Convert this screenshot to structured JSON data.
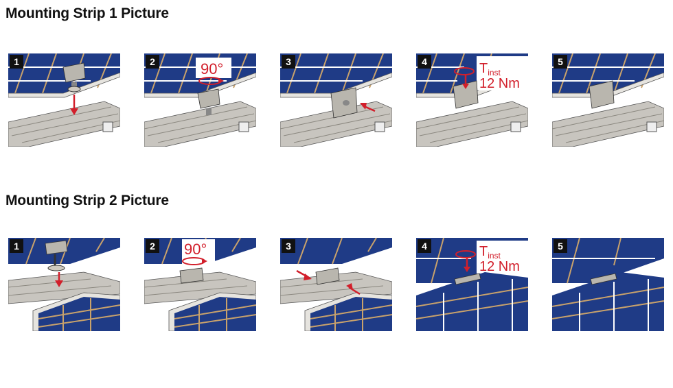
{
  "sections": [
    {
      "title": "Mounting Strip 1 Picture",
      "steps": [
        {
          "number": "1"
        },
        {
          "number": "2",
          "angle": "90°"
        },
        {
          "number": "3"
        },
        {
          "number": "4",
          "torque_symbol": "T",
          "torque_sub": "inst",
          "torque_value": "12 Nm"
        },
        {
          "number": "5"
        }
      ]
    },
    {
      "title": "Mounting Strip 2 Picture",
      "steps": [
        {
          "number": "1"
        },
        {
          "number": "2",
          "angle": "90°"
        },
        {
          "number": "3"
        },
        {
          "number": "4",
          "torque_symbol": "T",
          "torque_sub": "inst",
          "torque_value": "12 Nm"
        },
        {
          "number": "5"
        }
      ]
    }
  ],
  "colors": {
    "panel": "#1f3b86",
    "cell_line": "#c9a26b",
    "rail": "#c8c5bf",
    "clamp": "#b9b6ae",
    "accent": "#d21f2b",
    "badge": "#111111"
  },
  "icons": {
    "rotate": "rotate-arrow-icon",
    "arrow": "red-arrow-icon"
  }
}
